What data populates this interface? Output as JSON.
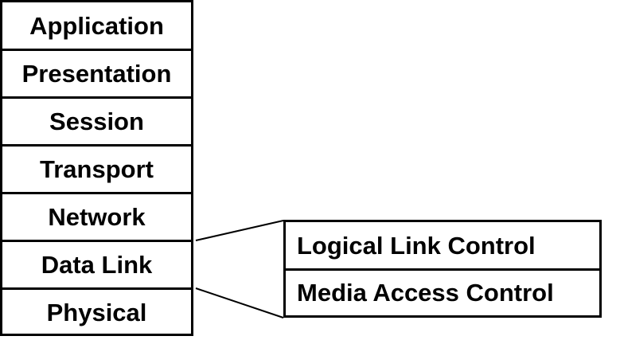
{
  "osi_layers": [
    "Application",
    "Presentation",
    "Session",
    "Transport",
    "Network",
    "Data Link",
    "Physical"
  ],
  "data_link_sublayers": [
    "Logical Link Control",
    "Media Access Control"
  ]
}
